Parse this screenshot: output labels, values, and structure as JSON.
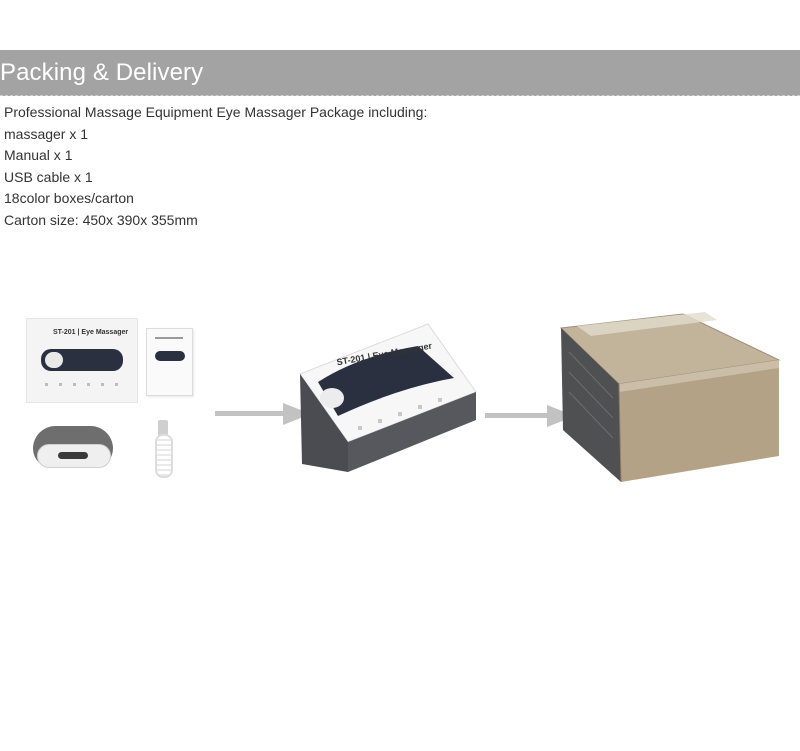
{
  "section": {
    "title": "Packing & Delivery"
  },
  "package": {
    "lines": [
      "Professional Massage Equipment Eye Massager Package including:",
      "massager x 1",
      "Manual x 1",
      "USB cable x 1",
      "18color boxes/carton",
      "Carton size: 450x 390x 355mm"
    ]
  },
  "images": {
    "box_brand_text": "ST-201 | Eye Massager",
    "arrow_color": "#c2c2c2",
    "banner_color": "#a3a3a3",
    "carton_color": "#b5a48a",
    "icons": [
      "arrow-right-icon",
      "arrow-right-icon"
    ]
  }
}
